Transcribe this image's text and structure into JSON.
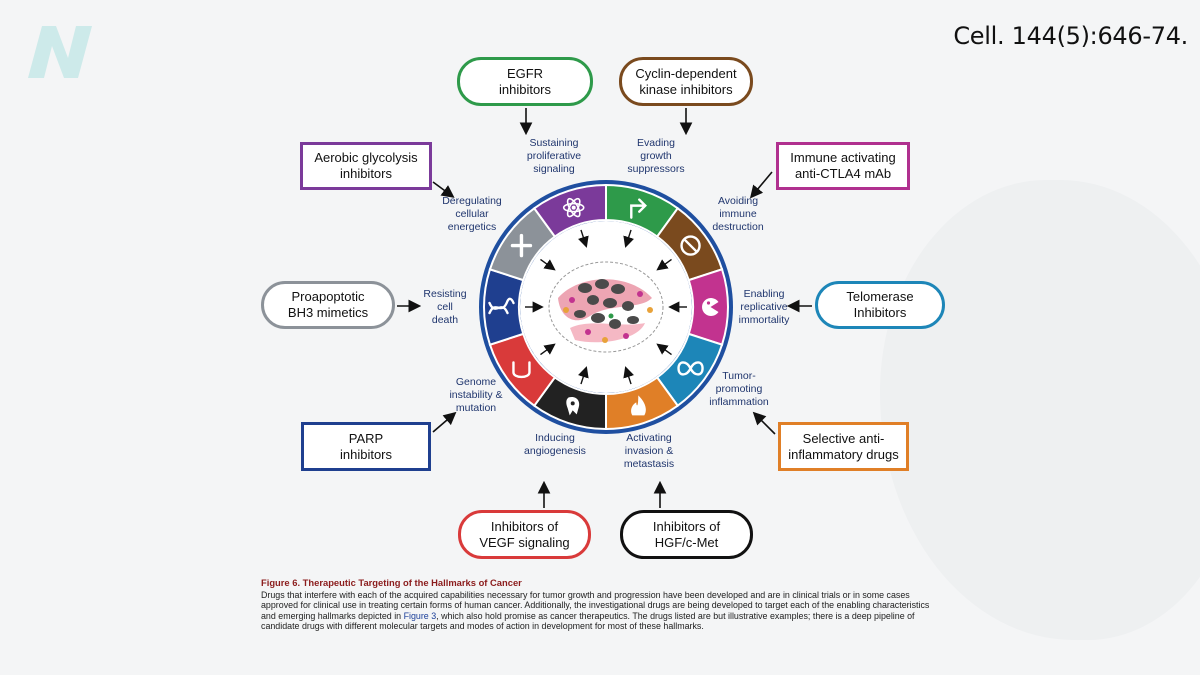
{
  "citation": "Cell. 144(5):646-74.",
  "logo": {
    "letter": "N",
    "color": "#cdeaea",
    "icon": "brand-logo"
  },
  "drugs": {
    "egfr": {
      "label": "EGFR\ninhibitors",
      "color": "#2e9a4a"
    },
    "cdk": {
      "label": "Cyclin-dependent\nkinase inhibitors",
      "color": "#7a4a1e"
    },
    "ctla4": {
      "label": "Immune activating\nanti-CTLA4 mAb",
      "color": "#b0308f"
    },
    "telomerase": {
      "label": "Telomerase\nInhibitors",
      "color": "#1d86b8"
    },
    "antiinflam": {
      "label": "Selective anti-\ninflammatory drugs",
      "color": "#e07f27"
    },
    "hgf": {
      "label": "Inhibitors of\nHGF/c-Met",
      "color": "#111111"
    },
    "vegf": {
      "label": "Inhibitors of\nVEGF signaling",
      "color": "#d93a3a"
    },
    "parp": {
      "label": "PARP\ninhibitors",
      "color": "#1f3f8f"
    },
    "bh3": {
      "label": "Proapoptotic\nBH3 mimetics",
      "color": "#8c9299"
    },
    "glycolysis": {
      "label": "Aerobic glycolysis\ninhibitors",
      "color": "#7b3a9a"
    }
  },
  "hallmarks": {
    "proliferative": "Sustaining\nproliferative\nsignaling",
    "growth": "Evading\ngrowth\nsuppressors",
    "immune": "Avoiding\nimmune\ndestruction",
    "replicative": "Enabling\nreplicative\nimmortality",
    "inflammation": "Tumor-\npromoting\ninflammation",
    "invasion": "Activating\ninvasion &\nmetastasis",
    "angiogenesis": "Inducing\nangiogenesis",
    "genome": "Genome\ninstability &\nmutation",
    "death": "Resisting\ncell\ndeath",
    "energetics": "Deregulating\ncellular\nenergetics"
  },
  "wheel": {
    "ring_color": "#1f4fa0",
    "segments": [
      {
        "name": "proliferative",
        "color": "#2e9a4a",
        "icon": "arrow-up-right-icon"
      },
      {
        "name": "growth",
        "color": "#7a4a1e",
        "icon": "no-entry-icon"
      },
      {
        "name": "immune",
        "color": "#c2338f",
        "icon": "pacman-cell-icon"
      },
      {
        "name": "replicative",
        "color": "#1d86b8",
        "icon": "infinity-icon"
      },
      {
        "name": "inflammation",
        "color": "#e07f27",
        "icon": "flame-icon"
      },
      {
        "name": "invasion",
        "color": "#222222",
        "icon": "migrating-cell-icon"
      },
      {
        "name": "angiogenesis",
        "color": "#d93a3a",
        "icon": "blood-vessel-icon"
      },
      {
        "name": "genome",
        "color": "#1f3f8f",
        "icon": "dna-icon"
      },
      {
        "name": "death",
        "color": "#8c9299",
        "icon": "cross-icon"
      },
      {
        "name": "energetics",
        "color": "#7b3a9a",
        "icon": "atom-icon"
      }
    ]
  },
  "caption": {
    "title": "Figure 6.  Therapeutic Targeting of the Hallmarks of Cancer",
    "body_before": "Drugs that interfere with each of the acquired capabilities necessary for tumor growth and progression have been developed and are in clinical trials or in some cases approved for clinical use in treating certain forms of human cancer. Additionally, the investigational drugs are being developed to target each of the enabling characteristics and emerging hallmarks depicted in ",
    "figure_ref": "Figure 3",
    "body_after": ", which also hold promise as cancer therapeutics. The drugs listed are but illustrative examples; there is a deep pipeline of candidate drugs with different molecular targets and modes of action in development for most of these hallmarks."
  }
}
